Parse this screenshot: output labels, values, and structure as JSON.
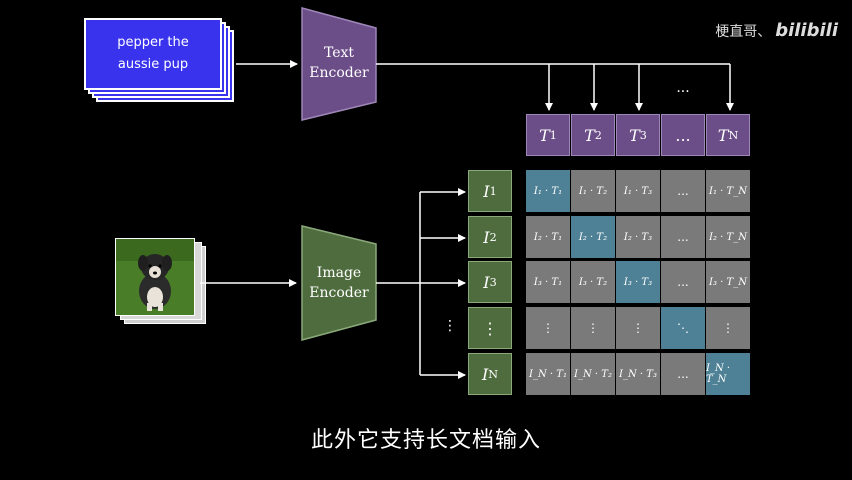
{
  "watermark": {
    "author": "梗直哥、",
    "brand": "bilibili"
  },
  "text_input": {
    "caption": "pepper the\naussie pup"
  },
  "text_encoder": {
    "label": "Text\nEncoder"
  },
  "image_encoder": {
    "label": "Image\nEncoder"
  },
  "image_input": {
    "alt": "puppy photo"
  },
  "top_arrows_ellipsis": "...",
  "text_tokens": [
    {
      "base": "T",
      "sub": "1"
    },
    {
      "base": "T",
      "sub": "2"
    },
    {
      "base": "T",
      "sub": "3"
    },
    {
      "base": "...",
      "sub": ""
    },
    {
      "base": "T",
      "sub": "N"
    }
  ],
  "image_tokens": [
    {
      "base": "I",
      "sub": "1"
    },
    {
      "base": "I",
      "sub": "2"
    },
    {
      "base": "I",
      "sub": "3"
    },
    {
      "base": "⋮",
      "sub": ""
    },
    {
      "base": "I",
      "sub": "N"
    }
  ],
  "left_vdots": "⋮",
  "matrix": [
    [
      "I₁ · T₁",
      "I₁ · T₂",
      "I₁ · T₃",
      "...",
      "I₁ · T_N"
    ],
    [
      "I₂ · T₁",
      "I₂ · T₂",
      "I₂ · T₃",
      "...",
      "I₂ · T_N"
    ],
    [
      "I₃ · T₁",
      "I₃ · T₂",
      "I₃ · T₃",
      "...",
      "I₃ · T_N"
    ],
    [
      "⋮",
      "⋮",
      "⋮",
      "⋱",
      "⋮"
    ],
    [
      "I_N · T₁",
      "I_N · T₂",
      "I_N · T₃",
      "...",
      "I_N · T_N"
    ]
  ],
  "subtitle": "此外它支持长文档输入",
  "colors": {
    "text_card": "#3a33ee",
    "text_encoder": "#6b4d87",
    "image_encoder": "#4f6c3f",
    "matrix_cell": "#7a7a7a",
    "matrix_diagonal": "#4e8196"
  }
}
